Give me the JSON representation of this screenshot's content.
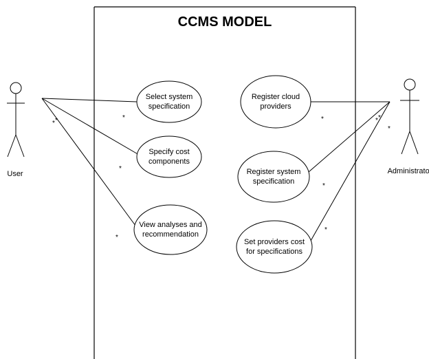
{
  "system": {
    "title": "CCMS MODEL"
  },
  "actors": {
    "user": {
      "label": "User"
    },
    "admin": {
      "label": "Administrator"
    }
  },
  "use_cases": {
    "select_spec": {
      "line1": "Select system",
      "line2": "specification"
    },
    "specify_cost": {
      "line1": "Specify cost",
      "line2": "components"
    },
    "view_analyses": {
      "line1": "View analyses and",
      "line2": "recommendation"
    },
    "register_cloud": {
      "line1": "Register cloud",
      "line2": "providers"
    },
    "register_spec": {
      "line1": "Register system",
      "line2": "specification"
    },
    "set_cost": {
      "line1": "Set providers cost",
      "line2": "for specifications"
    }
  },
  "multiplicity": {
    "symbol": "*"
  }
}
